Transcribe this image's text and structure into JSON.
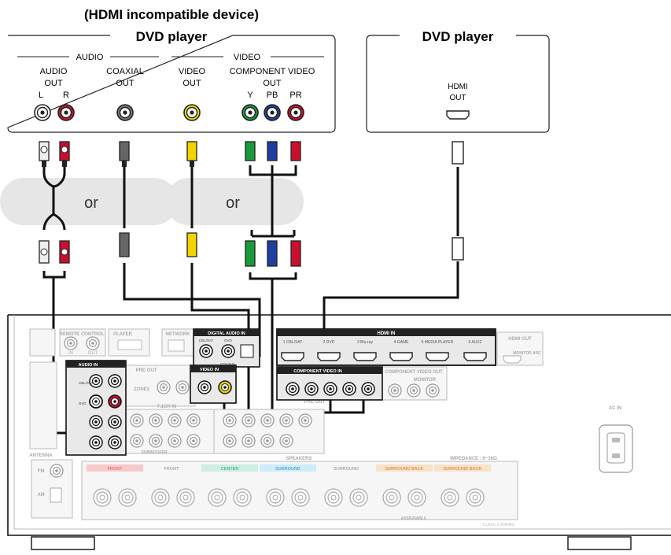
{
  "left_device": {
    "title_line1": "(HDMI incompatible device)",
    "title_line2": "DVD player",
    "audio_group": "AUDIO",
    "video_group": "VIDEO",
    "audio_out_1": "AUDIO",
    "audio_out_2": "OUT",
    "l": "L",
    "r": "R",
    "coaxial_1": "COAXIAL",
    "coaxial_2": "OUT",
    "video_out_1": "VIDEO",
    "video_out_2": "OUT",
    "component_1": "COMPONENT VIDEO",
    "component_2": "OUT",
    "y": "Y",
    "pb": "PB",
    "pr": "PR"
  },
  "right_device": {
    "title": "DVD player",
    "hdmi_1": "HDMI",
    "hdmi_2": "OUT"
  },
  "or_labels": [
    "or",
    "or"
  ],
  "receiver": {
    "audio_in": "AUDIO IN",
    "digital_audio_in": "DIGITAL AUDIO IN",
    "video_in": "VIDEO IN",
    "component_video_in": "COMPONENT VIDEO IN",
    "component_video_out": "COMPONENT VIDEO OUT",
    "hdmi_in": "HDMI IN",
    "hdmi_out": "HDMI OUT",
    "hdmi_inputs": [
      "1 CBL/SAT",
      "2 DVD",
      "3 Blu-ray",
      "4 GAME",
      "5 MEDIA PLAYER",
      "6 AUX2"
    ],
    "monitor_arc": "MONITOR ARC",
    "pre_out": "PRE OUT",
    "zone2": "ZONE2",
    "in_71": "7.1CH IN",
    "speakers": "SPEAKERS",
    "impedance": "IMPEDANCE : 6~16Ω",
    "front_a": "FRONT",
    "front_b": "FRONT",
    "center": "CENTER",
    "surround": "SURROUND",
    "surround_back_a": "SURROUND BACK",
    "surround_back_b": "SURROUND BACK",
    "assignable": "ASSIGNABLE",
    "class2": "CLASS 2 WIRING",
    "ac_in": "AC IN",
    "antenna": "ANTENNA",
    "fm": "FM",
    "am": "AM",
    "network": "NETWORK",
    "remote_control": "REMOTE CONTROL",
    "rc_in": "IN",
    "rc_out": "OUT",
    "player": "PLAYER",
    "subwoofer": "SUBWOOFER",
    "monitor": "MONITOR",
    "cbl_sat": "CBL/SAT",
    "dvd": "DVD",
    "coaxial": "COAXIAL",
    "optical": "OPTICAL"
  },
  "colors": {
    "white_plug": "#e8e8e8",
    "red": "#c8102e",
    "yellow": "#f2d500",
    "green": "#1a9a3a",
    "blue": "#1f3fa0",
    "gray_band": "#e6e6e6",
    "front_a": "#f08a8a",
    "center": "#7fd0b0",
    "surround": "#7fc8f0",
    "surround_back": "#f0c08a"
  }
}
